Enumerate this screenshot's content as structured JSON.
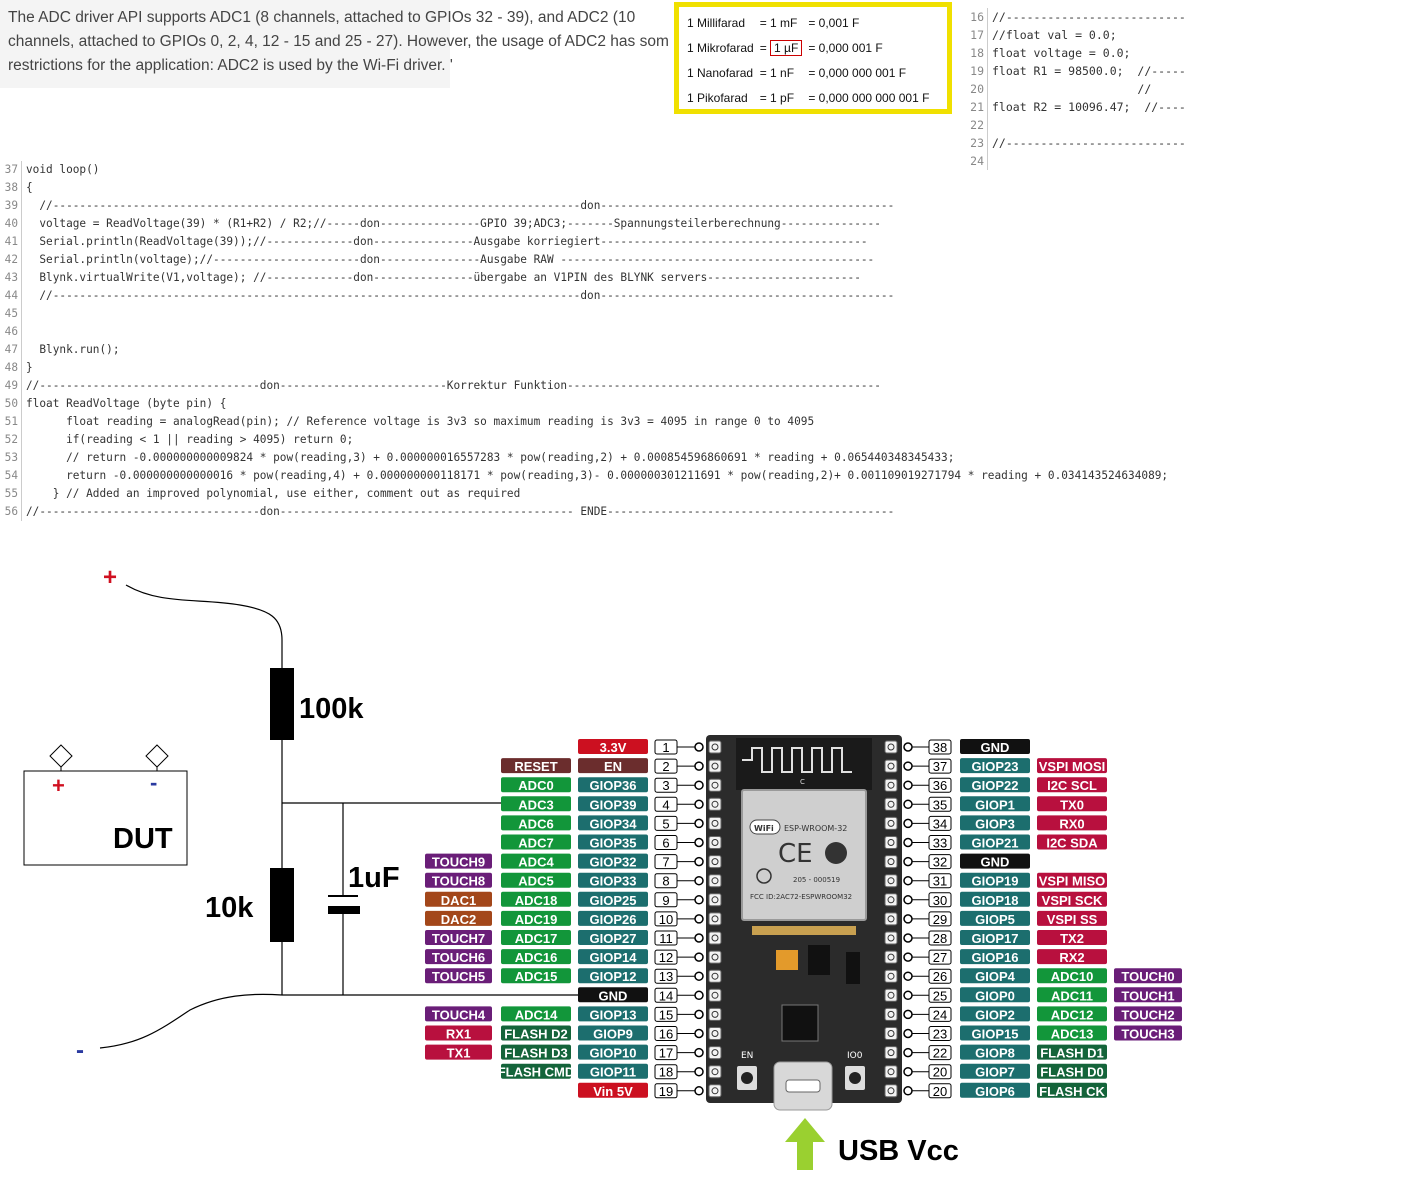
{
  "intro": {
    "lines": [
      "The ADC driver API supports ADC1 (8 channels, attached to GPIOs 32 - 39), and ADC2 (10",
      "channels, attached to GPIOs 0, 2, 4, 12 - 15 and 25 - 27). However, the usage of ADC2 has som",
      "restrictions for the application:  ADC2 is used by the Wi-Fi driver. '"
    ]
  },
  "units": [
    {
      "name": "1 Millifarad",
      "short": "= 1 mF",
      "value": "= 0,001 F"
    },
    {
      "name": "1 Mikrofarad",
      "short": "1 µF",
      "value": "= 0,000 001 F"
    },
    {
      "name": "1 Nanofarad",
      "short": "= 1 nF",
      "value": "= 0,000 000 001 F"
    },
    {
      "name": "1 Pikofarad",
      "short": "= 1 pF",
      "value": "= 0,000 000 000 001 F"
    }
  ],
  "code_top": [
    {
      "n": "16",
      "t": "//--------------------------"
    },
    {
      "n": "17",
      "t": "//float val = 0.0;"
    },
    {
      "n": "18",
      "t": "float voltage = 0.0;"
    },
    {
      "n": "19",
      "t": "float R1 = 98500.0;  //-----"
    },
    {
      "n": "20",
      "t": "                     //"
    },
    {
      "n": "21",
      "t": "float R2 = 10096.47;  //----"
    },
    {
      "n": "22",
      "t": ""
    },
    {
      "n": "23",
      "t": "//--------------------------"
    },
    {
      "n": "24",
      "t": ""
    }
  ],
  "code_main": [
    {
      "n": "37",
      "t": "void loop()"
    },
    {
      "n": "38",
      "t": "{"
    },
    {
      "n": "39",
      "t": "  //-------------------------------------------------------------------------------don--------------------------------------------"
    },
    {
      "n": "40",
      "t": "  voltage = ReadVoltage(39) * (R1+R2) / R2;//-----don---------------GPIO 39;ADC3;-------Spannungsteilerberechnung---------------"
    },
    {
      "n": "41",
      "t": "  Serial.println(ReadVoltage(39));//-------------don---------------Ausgabe korriegiert----------------------------------------"
    },
    {
      "n": "42",
      "t": "  Serial.println(voltage);//----------------------don---------------Ausgabe RAW -----------------------------------------------"
    },
    {
      "n": "43",
      "t": "  Blynk.virtualWrite(V1,voltage); //-------------don---------------übergabe an V1PIN des BLYNK servers-----------------------"
    },
    {
      "n": "44",
      "t": "  //-------------------------------------------------------------------------------don--------------------------------------------"
    },
    {
      "n": "45",
      "t": ""
    },
    {
      "n": "46",
      "t": ""
    },
    {
      "n": "47",
      "t": "  Blynk.run();"
    },
    {
      "n": "48",
      "t": "}"
    },
    {
      "n": "49",
      "t": "//---------------------------------don-------------------------Korrektur Funktion-----------------------------------------------"
    },
    {
      "n": "50",
      "t": "float ReadVoltage (byte pin) {"
    },
    {
      "n": "51",
      "t": "      float reading = analogRead(pin); // Reference voltage is 3v3 so maximum reading is 3v3 = 4095 in range 0 to 4095"
    },
    {
      "n": "52",
      "t": "      if(reading < 1 || reading > 4095) return 0;"
    },
    {
      "n": "53",
      "t": "      // return -0.000000000009824 * pow(reading,3) + 0.000000016557283 * pow(reading,2) + 0.000854596860691 * reading + 0.065440348345433;"
    },
    {
      "n": "54",
      "t": "      return -0.000000000000016 * pow(reading,4) + 0.000000000118171 * pow(reading,3)- 0.000000301211691 * pow(reading,2)+ 0.001109019271794 * reading + 0.034143524634089;"
    },
    {
      "n": "55",
      "t": "    } // Added an improved polynomial, use either, comment out as required"
    },
    {
      "n": "56",
      "t": "//---------------------------------don-------------------------------------------- ENDE-------------------------------------------"
    }
  ],
  "circuit": {
    "plus": "+",
    "minus": "-",
    "r1": "100k",
    "r2": "10k",
    "cap": "1uF",
    "dut": "DUT",
    "dut_plus": "+",
    "dut_minus": "-",
    "usb": "USB Vcc"
  },
  "colors": {
    "red": "#cc1020",
    "green": "#12963a",
    "teal": "#1c6e6e",
    "black": "#111111",
    "purple": "#6a1e78",
    "brown": "#a3471a",
    "crimson": "#b8103e",
    "darkgreen": "#14643a",
    "maroon": "#6b2d2d",
    "arrow": "#9ad030"
  },
  "board": {
    "module": "ESP-WROOM-32",
    "fcc": "FCC ID:2AC72-ESPWROOM32",
    "cert": "205 - 000519",
    "en": "EN",
    "io0": "IO0",
    "wifi": "WiFi",
    "c_label": "C"
  },
  "left_pins": [
    {
      "num": "1",
      "gp": {
        "t": "3.3V",
        "c": "red"
      },
      "a": null,
      "b": null
    },
    {
      "num": "2",
      "gp": {
        "t": "EN",
        "c": "maroon"
      },
      "a": {
        "t": "RESET",
        "c": "maroon"
      },
      "b": null
    },
    {
      "num": "3",
      "gp": {
        "t": "GIOP36",
        "c": "teal"
      },
      "a": {
        "t": "ADC0",
        "c": "green"
      },
      "b": null
    },
    {
      "num": "4",
      "gp": {
        "t": "GIOP39",
        "c": "teal"
      },
      "a": {
        "t": "ADC3",
        "c": "green"
      },
      "b": null
    },
    {
      "num": "5",
      "gp": {
        "t": "GIOP34",
        "c": "teal"
      },
      "a": {
        "t": "ADC6",
        "c": "green"
      },
      "b": null
    },
    {
      "num": "6",
      "gp": {
        "t": "GIOP35",
        "c": "teal"
      },
      "a": {
        "t": "ADC7",
        "c": "green"
      },
      "b": null
    },
    {
      "num": "7",
      "gp": {
        "t": "GIOP32",
        "c": "teal"
      },
      "a": {
        "t": "ADC4",
        "c": "green"
      },
      "b": {
        "t": "TOUCH9",
        "c": "purple"
      }
    },
    {
      "num": "8",
      "gp": {
        "t": "GIOP33",
        "c": "teal"
      },
      "a": {
        "t": "ADC5",
        "c": "green"
      },
      "b": {
        "t": "TOUCH8",
        "c": "purple"
      }
    },
    {
      "num": "9",
      "gp": {
        "t": "GIOP25",
        "c": "teal"
      },
      "a": {
        "t": "ADC18",
        "c": "green"
      },
      "b": {
        "t": "DAC1",
        "c": "brown"
      }
    },
    {
      "num": "10",
      "gp": {
        "t": "GIOP26",
        "c": "teal"
      },
      "a": {
        "t": "ADC19",
        "c": "green"
      },
      "b": {
        "t": "DAC2",
        "c": "brown"
      }
    },
    {
      "num": "11",
      "gp": {
        "t": "GIOP27",
        "c": "teal"
      },
      "a": {
        "t": "ADC17",
        "c": "green"
      },
      "b": {
        "t": "TOUCH7",
        "c": "purple"
      }
    },
    {
      "num": "12",
      "gp": {
        "t": "GIOP14",
        "c": "teal"
      },
      "a": {
        "t": "ADC16",
        "c": "green"
      },
      "b": {
        "t": "TOUCH6",
        "c": "purple"
      }
    },
    {
      "num": "13",
      "gp": {
        "t": "GIOP12",
        "c": "teal"
      },
      "a": {
        "t": "ADC15",
        "c": "green"
      },
      "b": {
        "t": "TOUCH5",
        "c": "purple"
      }
    },
    {
      "num": "14",
      "gp": {
        "t": "GND",
        "c": "black"
      },
      "a": null,
      "b": null
    },
    {
      "num": "15",
      "gp": {
        "t": "GIOP13",
        "c": "teal"
      },
      "a": {
        "t": "ADC14",
        "c": "green"
      },
      "b": {
        "t": "TOUCH4",
        "c": "purple"
      }
    },
    {
      "num": "16",
      "gp": {
        "t": "GIOP9",
        "c": "teal"
      },
      "a": {
        "t": "FLASH D2",
        "c": "darkgreen"
      },
      "b": {
        "t": "RX1",
        "c": "crimson"
      }
    },
    {
      "num": "17",
      "gp": {
        "t": "GIOP10",
        "c": "teal"
      },
      "a": {
        "t": "FLASH D3",
        "c": "darkgreen"
      },
      "b": {
        "t": "TX1",
        "c": "crimson"
      }
    },
    {
      "num": "18",
      "gp": {
        "t": "GIOP11",
        "c": "teal"
      },
      "a": {
        "t": "FLASH CMD",
        "c": "darkgreen"
      },
      "b": null
    },
    {
      "num": "19",
      "gp": {
        "t": "Vin 5V",
        "c": "red"
      },
      "a": null,
      "b": null
    }
  ],
  "right_pins": [
    {
      "num": "38",
      "gp": {
        "t": "GND",
        "c": "black"
      },
      "a": null,
      "b": null
    },
    {
      "num": "37",
      "gp": {
        "t": "GIOP23",
        "c": "teal"
      },
      "a": {
        "t": "VSPI MOSI",
        "c": "crimson"
      },
      "b": null
    },
    {
      "num": "36",
      "gp": {
        "t": "GIOP22",
        "c": "teal"
      },
      "a": {
        "t": "I2C SCL",
        "c": "crimson"
      },
      "b": null
    },
    {
      "num": "35",
      "gp": {
        "t": "GIOP1",
        "c": "teal"
      },
      "a": {
        "t": "TX0",
        "c": "crimson"
      },
      "b": null
    },
    {
      "num": "34",
      "gp": {
        "t": "GIOP3",
        "c": "teal"
      },
      "a": {
        "t": "RX0",
        "c": "crimson"
      },
      "b": null
    },
    {
      "num": "33",
      "gp": {
        "t": "GIOP21",
        "c": "teal"
      },
      "a": {
        "t": "I2C SDA",
        "c": "crimson"
      },
      "b": null
    },
    {
      "num": "32",
      "gp": {
        "t": "GND",
        "c": "black"
      },
      "a": null,
      "b": null
    },
    {
      "num": "31",
      "gp": {
        "t": "GIOP19",
        "c": "teal"
      },
      "a": {
        "t": "VSPI MISO",
        "c": "crimson"
      },
      "b": null
    },
    {
      "num": "30",
      "gp": {
        "t": "GIOP18",
        "c": "teal"
      },
      "a": {
        "t": "VSPI SCK",
        "c": "crimson"
      },
      "b": null
    },
    {
      "num": "29",
      "gp": {
        "t": "GIOP5",
        "c": "teal"
      },
      "a": {
        "t": "VSPI SS",
        "c": "crimson"
      },
      "b": null
    },
    {
      "num": "28",
      "gp": {
        "t": "GIOP17",
        "c": "teal"
      },
      "a": {
        "t": "TX2",
        "c": "crimson"
      },
      "b": null
    },
    {
      "num": "27",
      "gp": {
        "t": "GIOP16",
        "c": "teal"
      },
      "a": {
        "t": "RX2",
        "c": "crimson"
      },
      "b": null
    },
    {
      "num": "26",
      "gp": {
        "t": "GIOP4",
        "c": "teal"
      },
      "a": {
        "t": "ADC10",
        "c": "green"
      },
      "b": {
        "t": "TOUCH0",
        "c": "purple"
      }
    },
    {
      "num": "25",
      "gp": {
        "t": "GIOP0",
        "c": "teal"
      },
      "a": {
        "t": "ADC11",
        "c": "green"
      },
      "b": {
        "t": "TOUCH1",
        "c": "purple"
      }
    },
    {
      "num": "24",
      "gp": {
        "t": "GIOP2",
        "c": "teal"
      },
      "a": {
        "t": "ADC12",
        "c": "green"
      },
      "b": {
        "t": "TOUCH2",
        "c": "purple"
      }
    },
    {
      "num": "23",
      "gp": {
        "t": "GIOP15",
        "c": "teal"
      },
      "a": {
        "t": "ADC13",
        "c": "green"
      },
      "b": {
        "t": "TOUCH3",
        "c": "purple"
      }
    },
    {
      "num": "22",
      "gp": {
        "t": "GIOP8",
        "c": "teal"
      },
      "a": {
        "t": "FLASH D1",
        "c": "darkgreen"
      },
      "b": null
    },
    {
      "num": "20",
      "gp": {
        "t": "GIOP7",
        "c": "teal"
      },
      "a": {
        "t": "FLASH D0",
        "c": "darkgreen"
      },
      "b": null
    },
    {
      "num": "20",
      "gp": {
        "t": "GIOP6",
        "c": "teal"
      },
      "a": {
        "t": "FLASH CK",
        "c": "darkgreen"
      },
      "b": null
    }
  ]
}
